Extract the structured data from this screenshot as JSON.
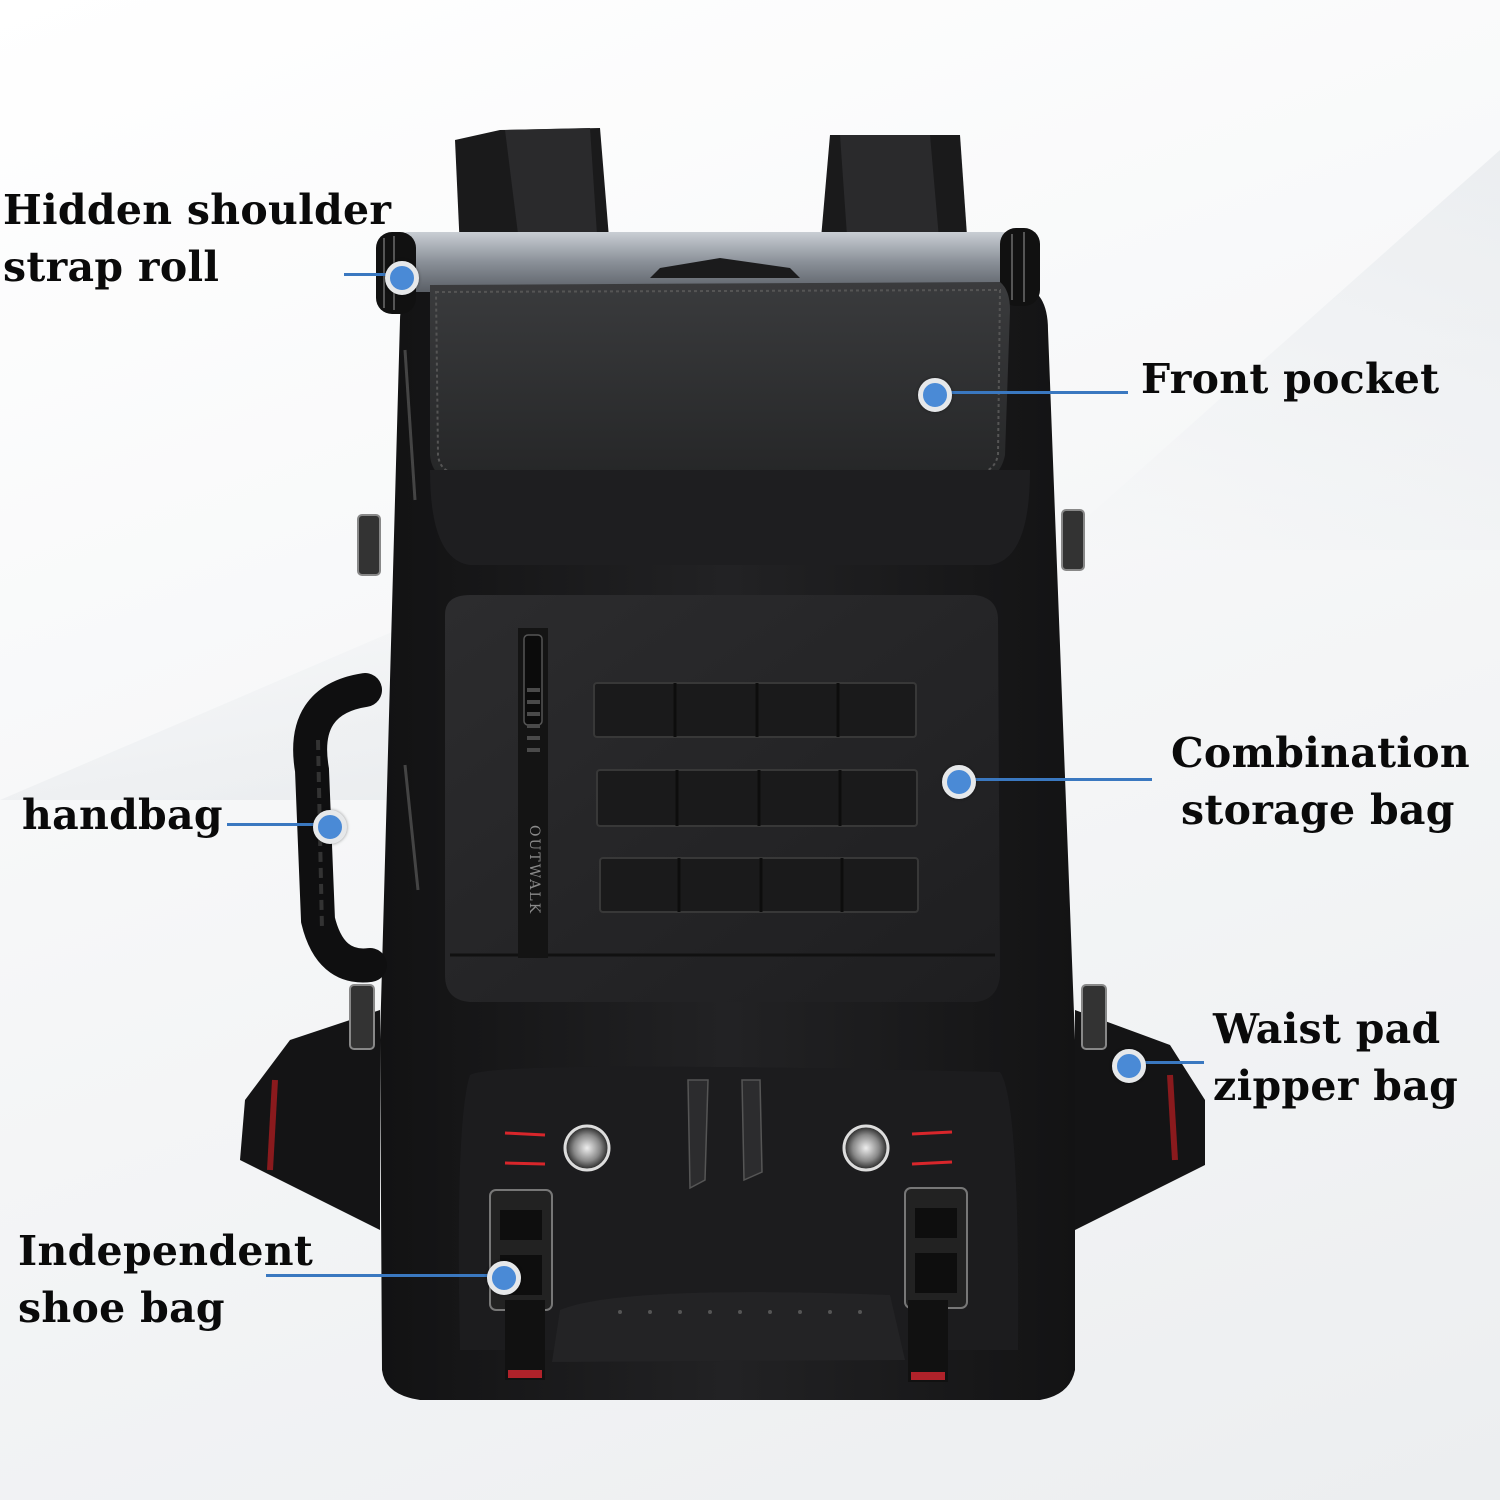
{
  "product": {
    "brand_mark": "OUTWALK",
    "colors": {
      "body": "#1c1c1d",
      "panel": "#262628",
      "flap": "#2e2f31",
      "accent_stitch": "#d8262b",
      "callout_line": "#3a78c0",
      "callout_dot": "#4a8ad6",
      "label_text": "#0a0a0a"
    }
  },
  "callouts": [
    {
      "id": "hidden-shoulder-strap-roll",
      "lines": [
        "Hidden shoulder",
        "strap roll"
      ],
      "side": "left"
    },
    {
      "id": "front-pocket",
      "lines": [
        "Front pocket"
      ],
      "side": "right"
    },
    {
      "id": "handbag",
      "lines": [
        "handbag"
      ],
      "side": "left"
    },
    {
      "id": "combination-storage-bag",
      "lines": [
        "Combination",
        "storage bag"
      ],
      "side": "right"
    },
    {
      "id": "waist-pad-zipper-bag",
      "lines": [
        "Waist pad",
        "zipper bag"
      ],
      "side": "right"
    },
    {
      "id": "independent-shoe-bag",
      "lines": [
        "Independent",
        "shoe bag"
      ],
      "side": "left"
    }
  ]
}
